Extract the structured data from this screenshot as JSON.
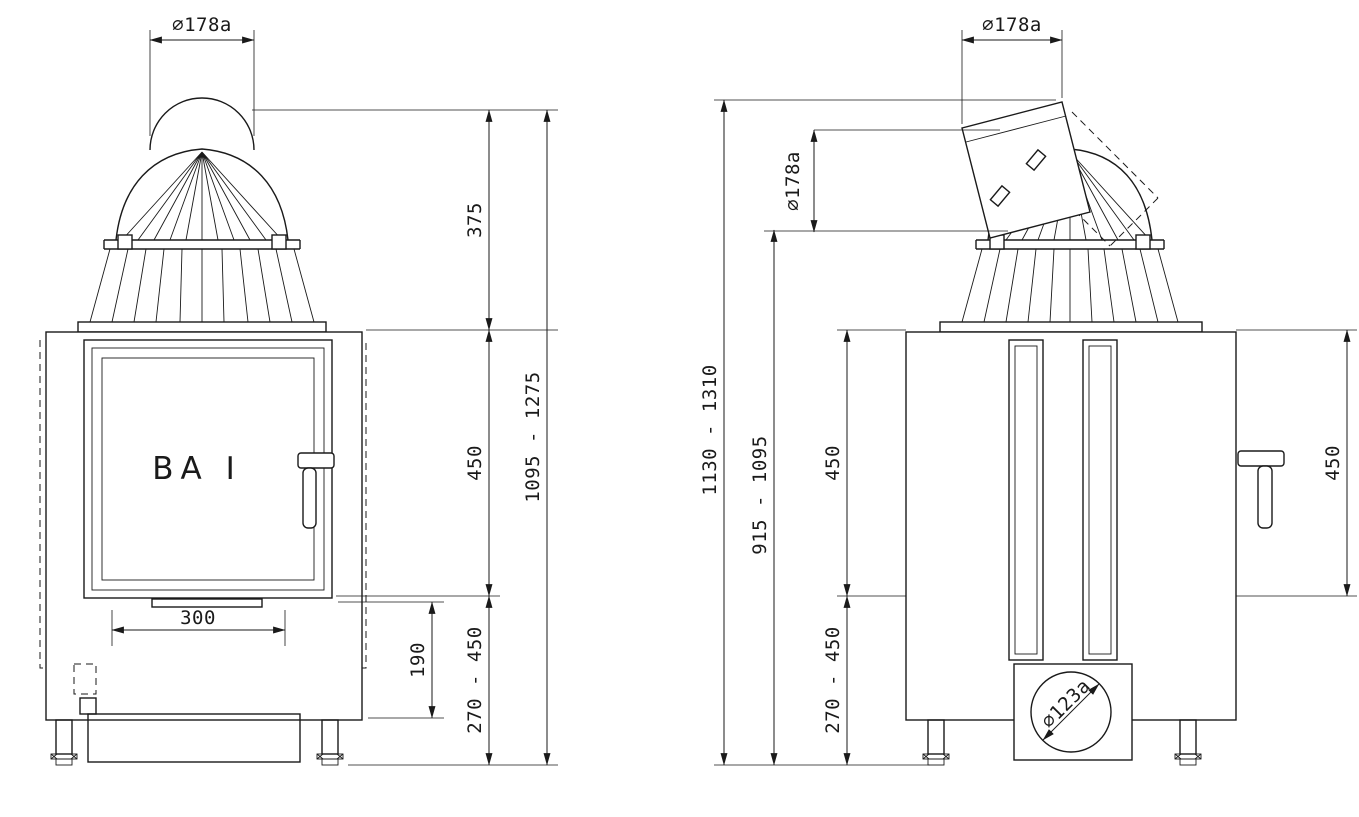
{
  "drawing": {
    "type": "technical-drawing",
    "subject": "fireplace-insert-two-views",
    "colors": {
      "line": "#1a1a1a",
      "background": "#ffffff"
    },
    "front_view": {
      "door_label": "BA I",
      "dims": {
        "flue_diameter": "⌀178a",
        "dome_height": "375",
        "door_height": "450",
        "total_height": "1095 - 1275",
        "opening_width": "300",
        "ash_height": "190",
        "base_height": "270 - 450"
      }
    },
    "side_view": {
      "dims": {
        "flue_diameter_top": "⌀178a",
        "flue_diameter_rear": "⌀178a",
        "total_height": "1130 - 1310",
        "rear_outlet_height": "915 - 1095",
        "body_height": "450",
        "base_height": "270 - 450",
        "intake_diameter": "⌀123a",
        "body_height_right": "450"
      }
    }
  }
}
